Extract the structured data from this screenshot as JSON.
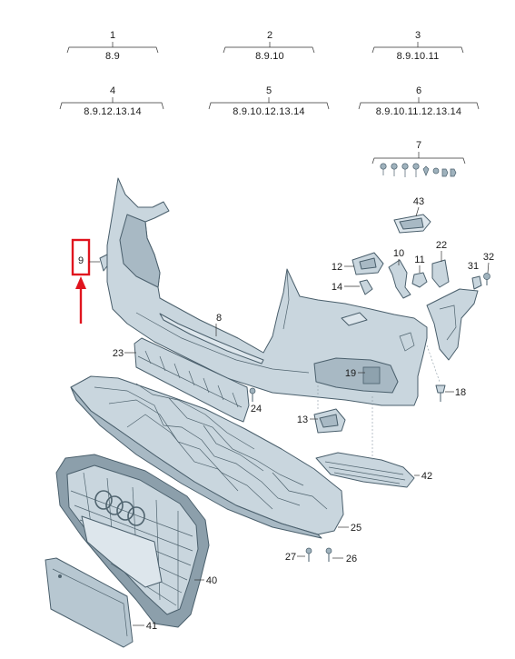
{
  "groups": [
    {
      "number": "1",
      "parts": "8.9"
    },
    {
      "number": "2",
      "parts": "8.9.10"
    },
    {
      "number": "3",
      "parts": "8.9.10.11"
    },
    {
      "number": "4",
      "parts": "8.9.12.13.14"
    },
    {
      "number": "5",
      "parts": "8.9.10.12.13.14"
    },
    {
      "number": "6",
      "parts": "8.9.10.11.12.13.14"
    },
    {
      "number": "7",
      "parts": ""
    }
  ],
  "callouts": {
    "c8": "8",
    "c9": "9",
    "c10": "10",
    "c11": "11",
    "c12": "12",
    "c13": "13",
    "c14": "14",
    "c18": "18",
    "c19": "19",
    "c22": "22",
    "c23": "23",
    "c24": "24",
    "c25": "25",
    "c26": "26",
    "c27": "27",
    "c31": "31",
    "c32": "32",
    "c40": "40",
    "c41": "41",
    "c42": "42",
    "c43": "43"
  },
  "colors": {
    "highlight": "#e0141e",
    "part_fill": "#c9d6de",
    "part_stroke": "#4a5f6c"
  }
}
